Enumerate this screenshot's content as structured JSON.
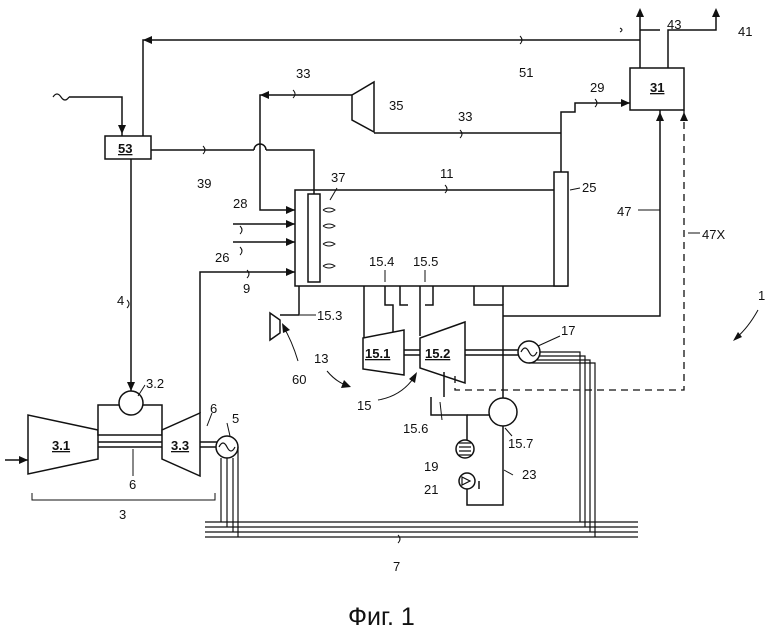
{
  "figure": {
    "caption": "Фиг. 1",
    "labels": {
      "l1": "1",
      "l3": "3",
      "l3_1": "3.1",
      "l3_2": "3.2",
      "l3_3": "3.3",
      "l4": "4",
      "l5": "5",
      "l6a": "6",
      "l6b": "6",
      "l7": "7",
      "l9": "9",
      "l11": "11",
      "l13": "13",
      "l15": "15",
      "l15_1": "15.1",
      "l15_2": "15.2",
      "l15_3": "15.3",
      "l15_4": "15.4",
      "l15_5": "15.5",
      "l15_6": "15.6",
      "l15_7": "15.7",
      "l17": "17",
      "l19": "19",
      "l21": "21",
      "l23": "23",
      "l25": "25",
      "l26": "26",
      "l28": "28",
      "l29": "29",
      "l31": "31",
      "l33a": "33",
      "l33b": "33",
      "l35": "35",
      "l37": "37",
      "l39": "39",
      "l41": "41",
      "l43": "43",
      "l47": "47",
      "l47x": "47X",
      "l51": "51",
      "l53": "53",
      "l60": "60"
    }
  }
}
